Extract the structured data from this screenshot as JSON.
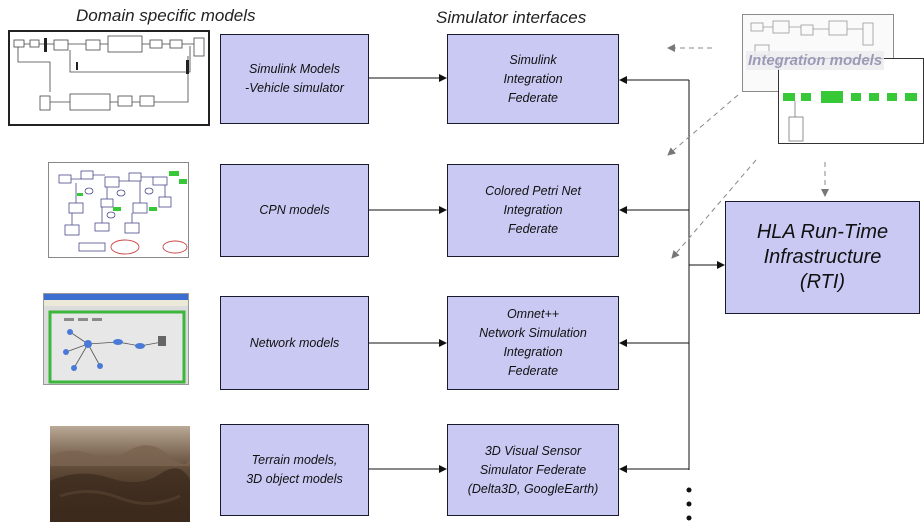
{
  "headers": {
    "domain": "Domain specific models",
    "interfaces": "Simulator interfaces"
  },
  "integration_label": "Integration models",
  "rows": [
    {
      "model": "Simulink Models\n-Vehicle simulator",
      "federate": "Simulink\nIntegration\nFederate"
    },
    {
      "model": "CPN models",
      "federate": "Colored Petri Net\nIntegration\nFederate"
    },
    {
      "model": "Network models",
      "federate": "Omnet++\nNetwork Simulation\nIntegration\nFederate"
    },
    {
      "model": "Terrain models,\n3D object models",
      "federate": "3D Visual Sensor\nSimulator Federate\n(Delta3D, GoogleEarth)"
    }
  ],
  "rti": "HLA Run-Time\nInfrastructure\n(RTI)",
  "colors": {
    "box_fill": "#c9c9f3",
    "box_border": "#1a1a2e",
    "accent_green": "#37c837"
  }
}
